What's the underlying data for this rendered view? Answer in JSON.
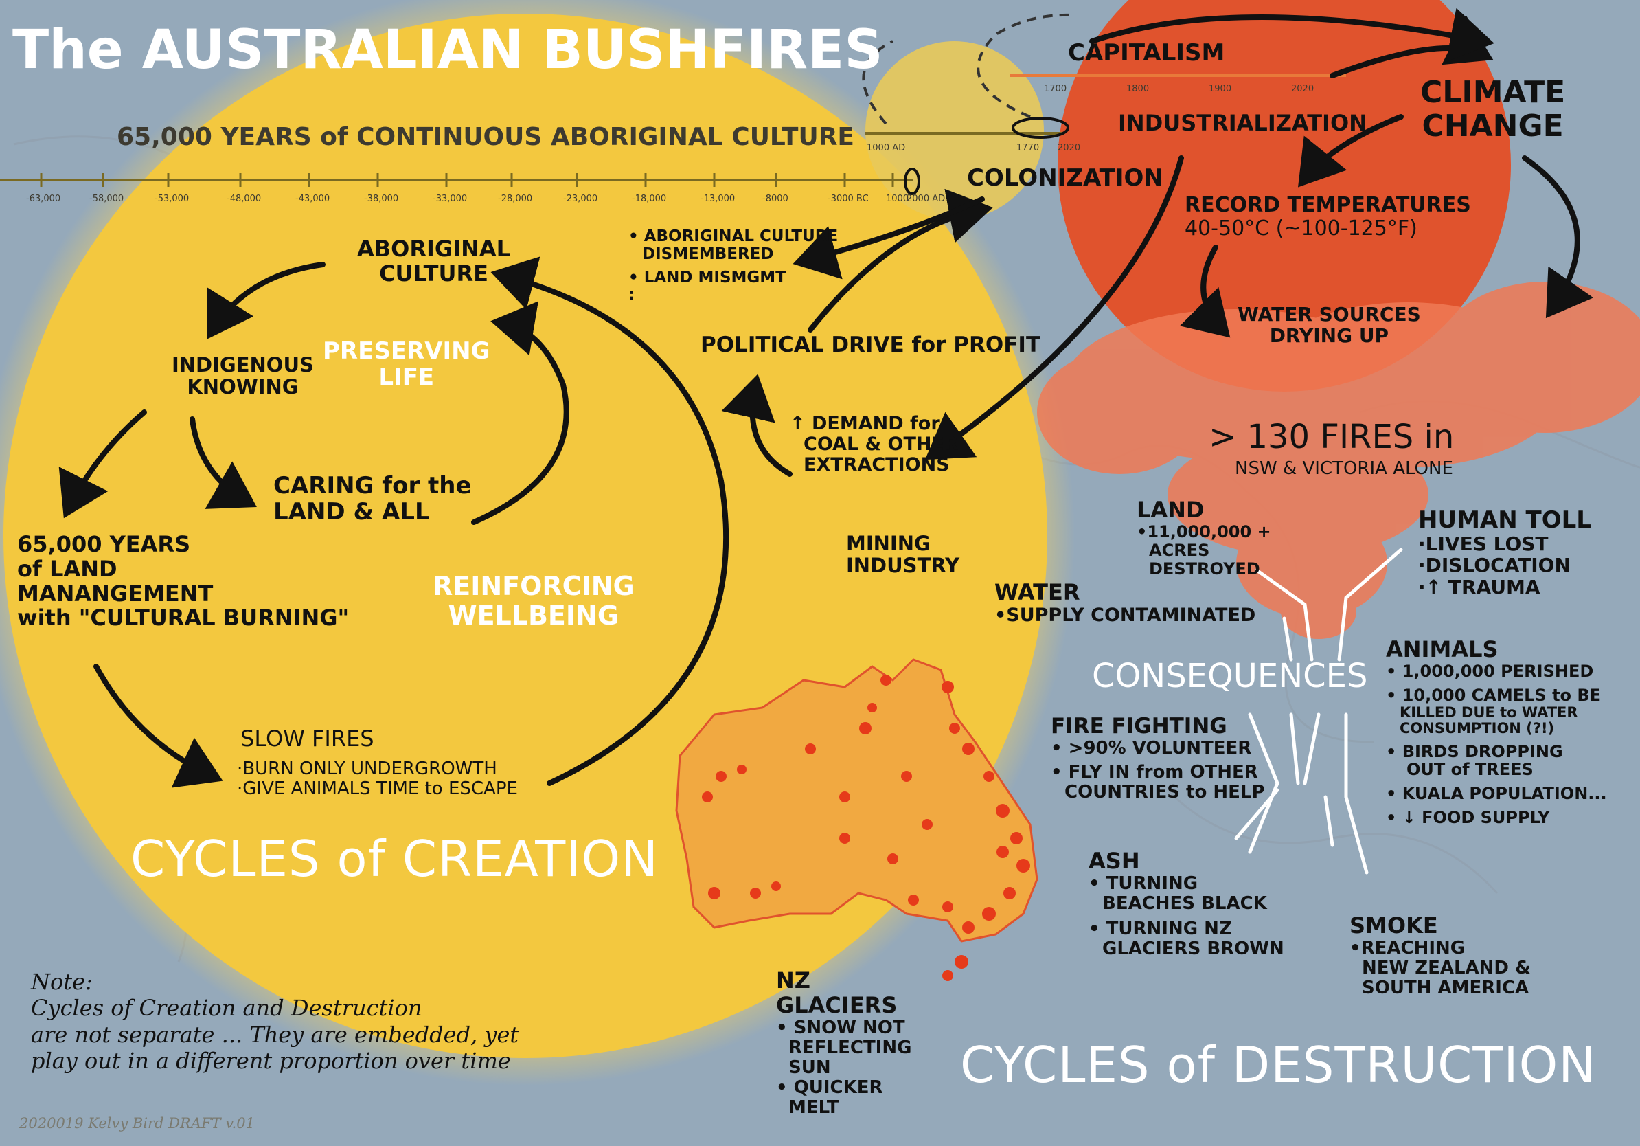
{
  "title": "The AUSTRALIAN BUSHFIRES",
  "timeline": {
    "label": "65,000 YEARS of CONTINUOUS ABORIGINAL CULTURE",
    "ticks": [
      "-63,000",
      "-58,000",
      "-53,000",
      "-48,000",
      "-43,000",
      "-38,000",
      "-33,000",
      "-28,000",
      "-23,000",
      "-18,000",
      "-13,000",
      "-8000",
      "-3000 BC",
      "1000",
      "2000 AD"
    ],
    "zoom_ticks": [
      "1000 AD",
      "1770",
      "2020"
    ],
    "capitalism_ticks": [
      "1700",
      "1800",
      "1900",
      "2020"
    ],
    "colonization": "COLONIZATION",
    "capitalism": "CAPITALISM",
    "industrialization": "INDUSTRIALIZATION"
  },
  "creation": {
    "aboriginal_culture": [
      "ABORIGINAL",
      "CULTURE"
    ],
    "indigenous_knowing": [
      "INDIGENOUS",
      "KNOWING"
    ],
    "preserving_life": [
      "PRESERVING",
      "LIFE"
    ],
    "caring": [
      "CARING for the",
      "LAND & ALL"
    ],
    "land_management": [
      "65,000 YEARS",
      "of LAND",
      "MANANGEMENT",
      "with \"CULTURAL BURNING\""
    ],
    "reinforcing": [
      "REINFORCING",
      "WELLBEING"
    ],
    "slow_fires_title": "SLOW FIRES",
    "slow_fires_items": [
      "·BURN ONLY UNDERGROWTH",
      "·GIVE ANIMALS TIME to ESCAPE"
    ],
    "cycles_label": "CYCLES of CREATION"
  },
  "middle": {
    "colonization_effects": [
      "• ABORIGINAL CULTURE",
      "DISMEMBERED",
      "• LAND MISMGMT",
      ":"
    ],
    "political_drive": "POLITICAL DRIVE for PROFIT",
    "demand": [
      "↑ DEMAND for",
      "COAL & OTHER",
      "EXTRACTIONS"
    ],
    "mining": [
      "MINING",
      "INDUSTRY"
    ]
  },
  "climate": {
    "title": [
      "CLIMATE",
      "CHANGE"
    ],
    "record_temps": [
      "RECORD TEMPERATURES",
      "40-50°C (~100-125°F)"
    ],
    "water_sources": [
      "WATER SOURCES",
      "DRYING UP"
    ],
    "fires": "> 130 FIRES in",
    "fires_sub": "NSW & VICTORIA ALONE"
  },
  "consequences": {
    "title": "CONSEQUENCES",
    "land": [
      "LAND",
      "•11,000,000 +",
      "ACRES",
      "DESTROYED"
    ],
    "water": [
      "WATER",
      "•SUPPLY CONTAMINATED"
    ],
    "human_toll": [
      "HUMAN TOLL",
      "·LIVES LOST",
      "·DISLOCATION",
      "·↑ TRAUMA"
    ],
    "animals": [
      "ANIMALS",
      "• 1,000,000 PERISHED",
      "• 10,000 CAMELS to BE",
      "KILLED DUE to WATER",
      "CONSUMPTION (?!)",
      "• BIRDS DROPPING",
      "OUT of TREES",
      "• KUALA POPULATION...",
      "• ↓ FOOD SUPPLY"
    ],
    "fire_fighting": [
      "FIRE FIGHTING",
      "• >90% VOLUNTEER",
      "• FLY IN from OTHER",
      "COUNTRIES to HELP"
    ],
    "ash": [
      "ASH",
      "• TURNING",
      "BEACHES BLACK",
      "• TURNING NZ",
      "GLACIERS BROWN"
    ],
    "smoke": [
      "SMOKE",
      "•REACHING",
      "NEW ZEALAND &",
      "SOUTH AMERICA"
    ],
    "nz_glaciers": [
      "NZ",
      "GLACIERS",
      "• SNOW NOT",
      "REFLECTING",
      "SUN",
      "• QUICKER",
      "MELT"
    ],
    "cycles_label": "CYCLES of DESTRUCTION"
  },
  "note": [
    "Note:",
    "Cycles of Creation and Destruction",
    "are not separate ... They are embedded, yet",
    "play out in a different proportion over time"
  ],
  "credit": "2020019 Kelvy Bird DRAFT v.01",
  "colors": {
    "ocean": "#95a9ba",
    "sun": "#f3c83f",
    "sun_halo": "#efcf64",
    "climate_red": "#e0532d",
    "smoke": "#f07a55",
    "ink": "#111111"
  }
}
